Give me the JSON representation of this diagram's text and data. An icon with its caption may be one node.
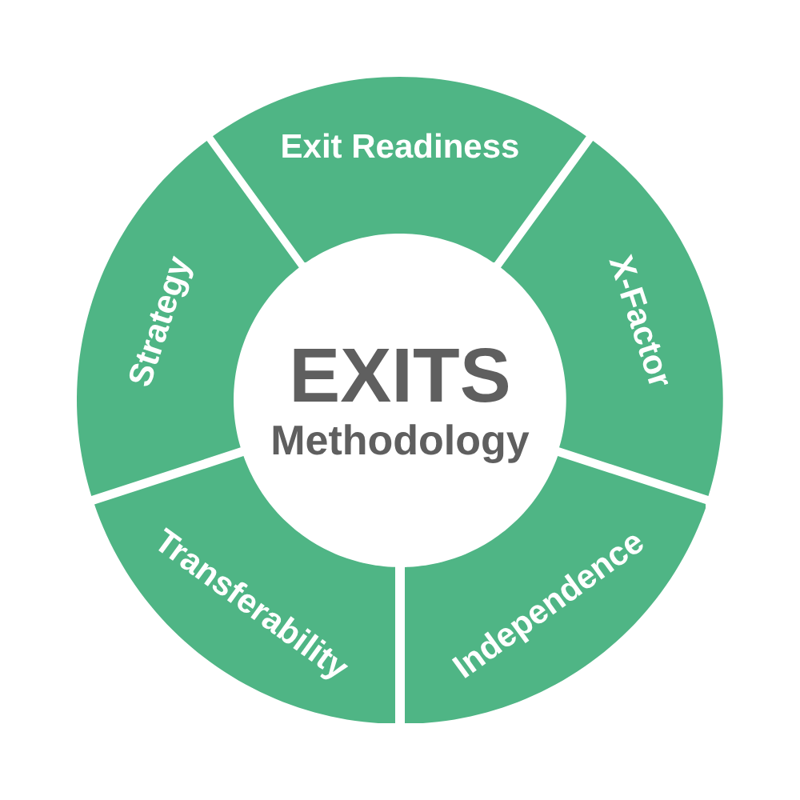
{
  "diagram": {
    "nodes": [
      {
        "text": [
          "EXITS",
          "Methodology"
        ]
      },
      {
        "text": [
          "Exit Readiness"
        ]
      },
      {
        "text": [
          "X-Factor"
        ]
      },
      {
        "text": [
          "Independence"
        ]
      },
      {
        "text": [
          "Transferability"
        ]
      },
      {
        "text": [
          "Strategy"
        ]
      }
    ]
  }
}
